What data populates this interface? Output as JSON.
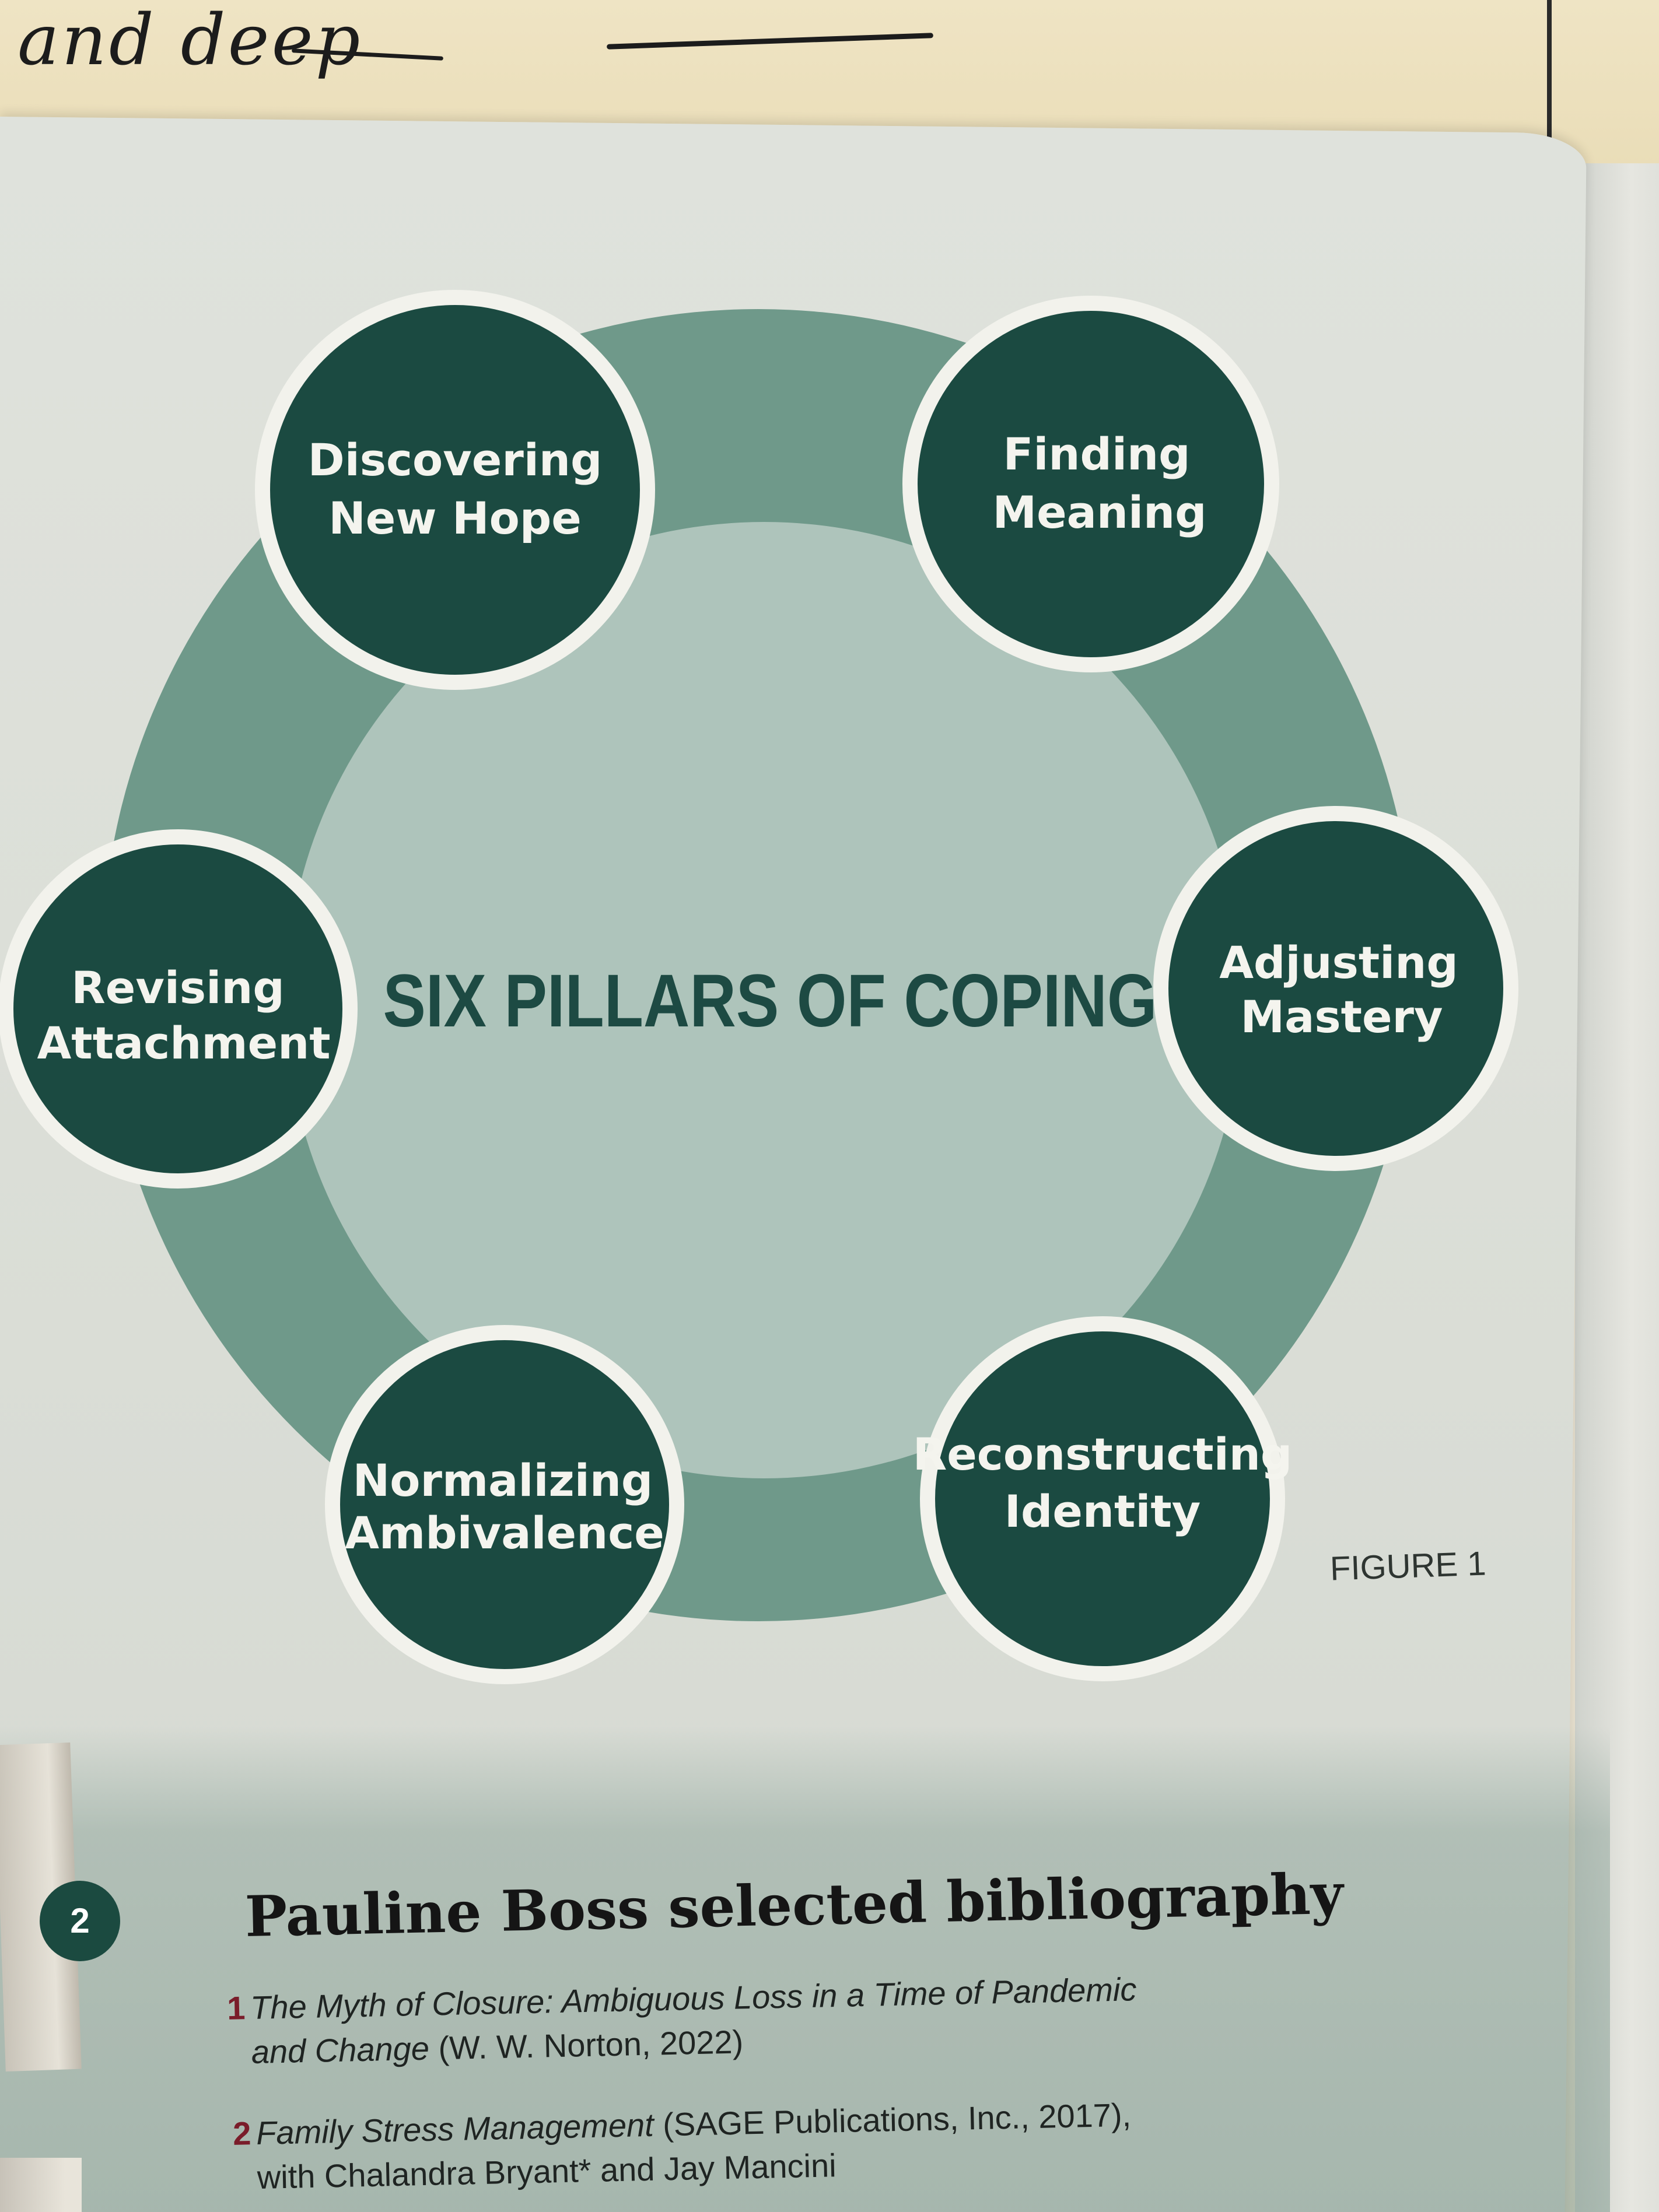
{
  "handwriting": {
    "line1": "and deep"
  },
  "diagram": {
    "center_title": "SIX PILLARS OF COPING",
    "pillars": [
      {
        "line1": "Discovering",
        "line2": "New Hope"
      },
      {
        "line1": "Finding",
        "line2": "Meaning"
      },
      {
        "line1": "Adjusting",
        "line2": "Mastery"
      },
      {
        "line1": "Reconstructing",
        "line2": "Identity"
      },
      {
        "line1": "Normalizing",
        "line2": "Ambivalence"
      },
      {
        "line1": "Revising",
        "line2": "Attachment"
      }
    ],
    "colors": {
      "ring": "#6f998a",
      "inner": "#aec4bb",
      "node": "#1b4a41",
      "node_border": "#f2f2ec",
      "title": "#1d4a43"
    }
  },
  "figure_caption": "FIGURE 1",
  "bibliography": {
    "badge": "2",
    "heading": "Pauline Boss selected bibliography",
    "items": [
      {
        "num": "1",
        "title": "The Myth of Closure: Ambiguous Loss in a Time of Pandemic",
        "title_cont": "and Change",
        "detail": " (W. W. Norton, 2022)"
      },
      {
        "num": "2",
        "title": "Family Stress Management",
        "detail": " (SAGE Publications, Inc., 2017),",
        "line2": "with Chalandra Bryant* and Jay Mancini"
      }
    ]
  }
}
